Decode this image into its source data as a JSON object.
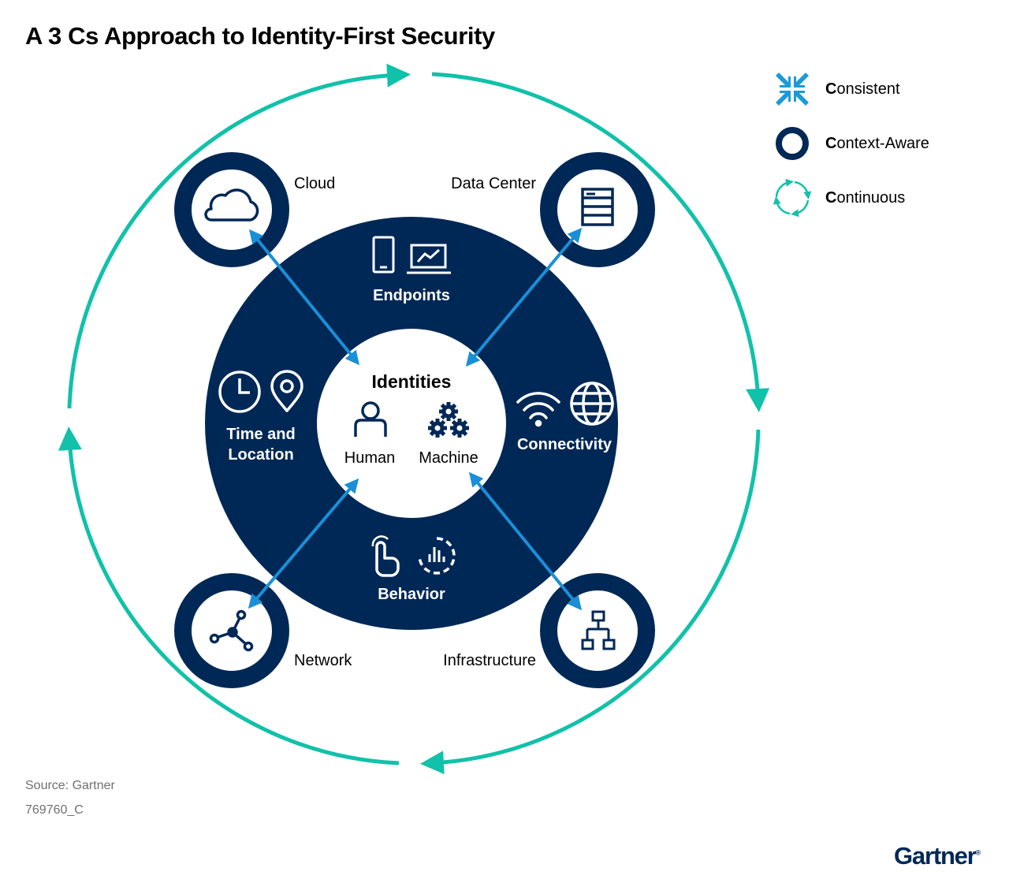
{
  "title": "A 3 Cs Approach to Identity-First Security",
  "colors": {
    "navy": "#002856",
    "teal": "#11c1a9",
    "arrow_blue": "#1a8fd6",
    "light_blue": "#1b9ad6",
    "source_gray": "#6f6f6f"
  },
  "center": {
    "title": "Identities",
    "human": "Human",
    "machine": "Machine"
  },
  "ring": {
    "endpoints": "Endpoints",
    "time_location_line1": "Time and",
    "time_location_line2": "Location",
    "connectivity": "Connectivity",
    "behavior": "Behavior"
  },
  "outer": {
    "cloud": "Cloud",
    "data_center": "Data Center",
    "network": "Network",
    "infrastructure": "Infrastructure"
  },
  "legend": [
    {
      "initial": "C",
      "rest": "onsistent",
      "icon": "compress-arrows-icon"
    },
    {
      "initial": "C",
      "rest": "ontext-Aware",
      "icon": "ring-icon"
    },
    {
      "initial": "C",
      "rest": "ontinuous",
      "icon": "cycle-arrows-icon"
    }
  ],
  "source": "Source: Gartner",
  "doc_id": "769760_C",
  "brand": "Gartner",
  "brand_mark": "®"
}
